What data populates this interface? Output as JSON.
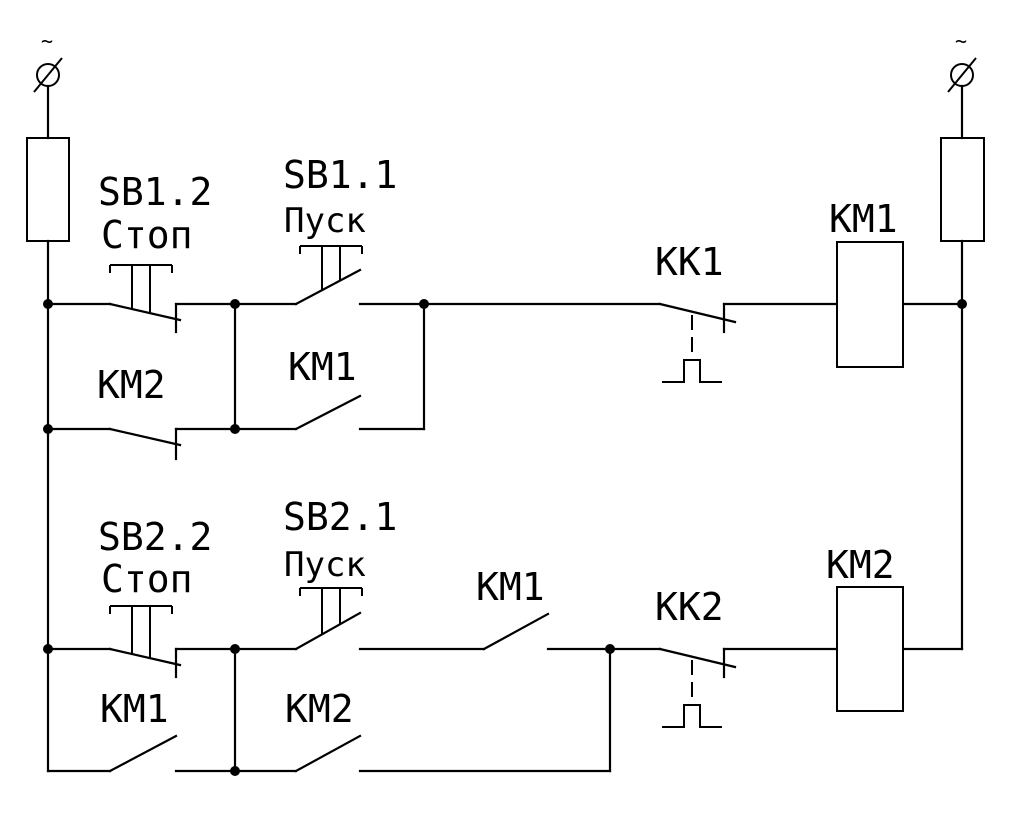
{
  "diagram": {
    "terminals": {
      "left": "~",
      "right": "~"
    },
    "labels": {
      "sb1_2": "SB1.2",
      "sb1_stop": "Стоп",
      "sb1_1": "SB1.1",
      "sb1_start": "Пуск",
      "kk1": "KK1",
      "km1_coil": "KM1",
      "km2_upper_contact": "KM2",
      "km1_upper_contact": "KM1",
      "sb2_2": "SB2.2",
      "sb2_stop": "Стоп",
      "sb2_1": "SB2.1",
      "sb2_start": "Пуск",
      "km1_interlock": "KM1",
      "kk2": "KK2",
      "km2_coil": "KM2",
      "km1_lower_contact": "KM1",
      "km2_lower_contact": "KM2"
    }
  }
}
